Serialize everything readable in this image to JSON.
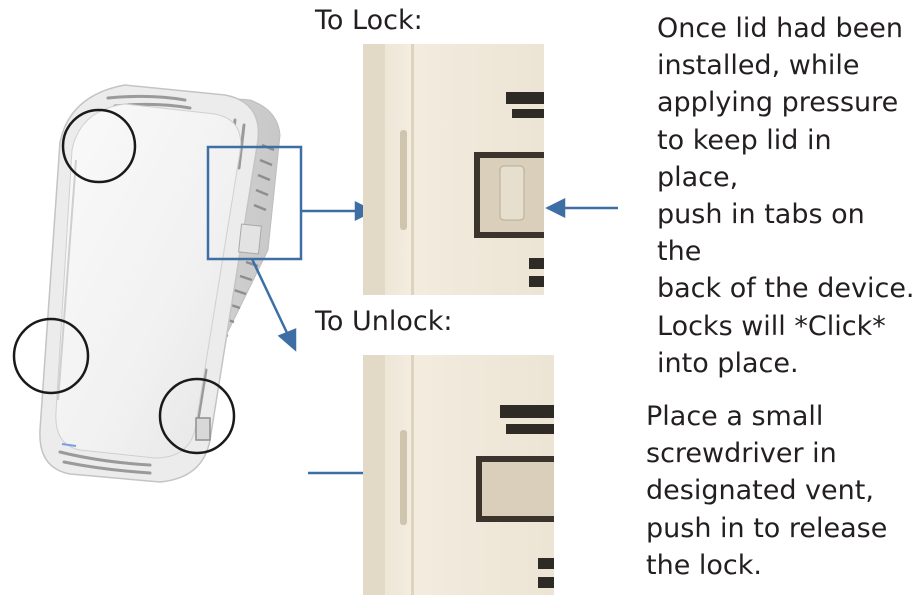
{
  "lock": {
    "heading": "To Lock:",
    "instructions": "Once lid had been\ninstalled, while\napplying pressure\nto keep lid in place,\npush in tabs on the\nback of the device.\nLocks will *Click*\ninto place."
  },
  "unlock": {
    "heading": "To Unlock:",
    "instructions": "Place a small\nscrewdriver in\ndesignated vent,\npush in to release\nthe lock."
  },
  "colors": {
    "arrow": "#3d6fa5",
    "callout_box": "#3d6fa5",
    "circle": "#1a1a1a",
    "photo_background": "#efe8da",
    "device_body": "#f3f3f3",
    "text": "#231f20"
  },
  "icons": [
    "arrow-right-icon",
    "arrow-left-icon",
    "arrow-diagonal-icon"
  ]
}
